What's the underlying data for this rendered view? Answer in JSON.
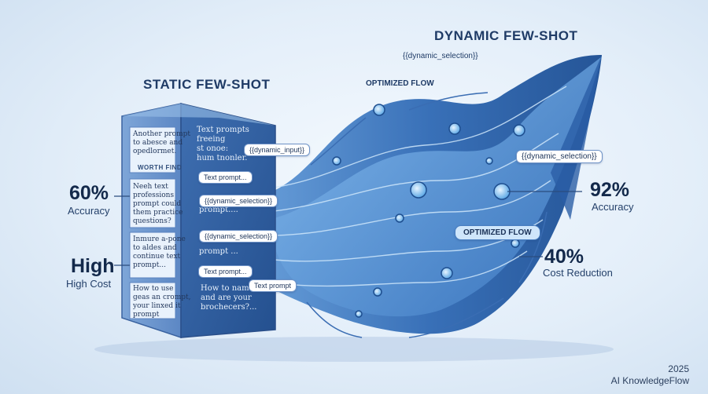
{
  "static": {
    "title": "STATIC FEW-SHOT",
    "accuracy_value": "60%",
    "accuracy_label": "Accuracy",
    "cost_value": "High",
    "cost_label": "High Cost",
    "cards": [
      "Another prompt\nto abesce and\nopedlormet.",
      "Neeh text\nprofessions\nprompt could\nthem practice\nquestions?",
      "Inmure a-pone\nto aldes and\ncontinue text\nprompt...",
      "How to use\ngeas an crompt,\nyour linxed it\nprompt"
    ],
    "card_tag": "WORTH FIND",
    "front_texts": [
      "Text prompts\nfreeing\nst onoe:\nhum tnonler.",
      "prompt....",
      "prompt ...",
      "How to name\nand are your\nbrochecers?..."
    ],
    "pills": [
      "{{dynamic_input}}",
      "Text prompt...",
      "{{dynamic_selection}}",
      "{{dynamic_selection}}",
      "Text prompt...",
      "Text prompt"
    ]
  },
  "dynamic": {
    "title": "DYNAMIC FEW-SHOT",
    "optimized_top": "OPTIMIZED FLOW",
    "selection_top": "{{dynamic_selection}}",
    "selection_right": "{{dynamic_selection}}",
    "optimized_pill": "OPTIMIZED FLOW",
    "accuracy_value": "92%",
    "accuracy_label": "Accuracy",
    "cost_value": "40%",
    "cost_label": "Cost Reduction"
  },
  "footer": {
    "year": "2025",
    "brand": "AI KnowledgeFlow"
  },
  "colors": {
    "dark_blue": "#1f4f95",
    "mid_blue": "#3f7dc6",
    "light_blue": "#8ec3ee"
  }
}
